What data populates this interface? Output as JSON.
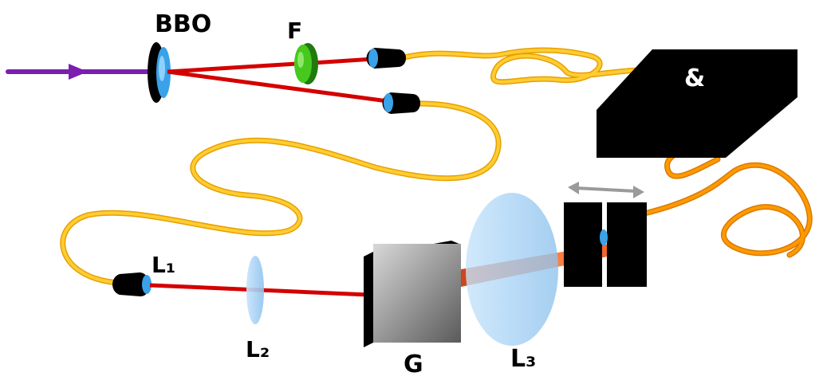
{
  "labels": {
    "bbo": "BBO",
    "filter": "F",
    "coincidence": "&",
    "lens1": "L₁",
    "lens2": "L₂",
    "grating": "G",
    "lens3": "L₃"
  },
  "colors": {
    "pump": "#7a1fb0",
    "beam": "#d40000",
    "fiber": "#ffcc33",
    "fiber_edge": "#e6a000",
    "fiber_out": "#ff9900",
    "filter": "#46c81e",
    "lens": "#a9d3f5",
    "crystal": "#3aa2e8",
    "grating_light": "#d8d8d8",
    "grating_dark": "#5a5a5a",
    "spectrum_light": "#ff7a3a",
    "spectrum_dark": "#c83b10",
    "arrow": "#9a9a9a",
    "box": "#000000"
  },
  "icons": [
    "coupler-icon",
    "double-arrow-icon"
  ]
}
